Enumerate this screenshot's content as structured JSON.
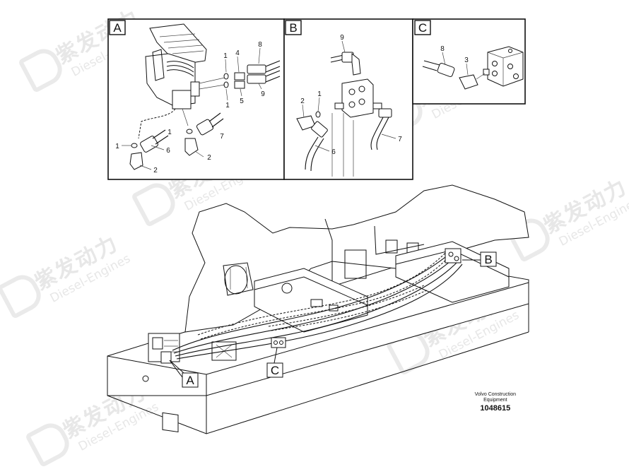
{
  "watermark": {
    "cn": "紫发动力",
    "en": "Diesel-Engines"
  },
  "panels": {
    "a": {
      "label": "A",
      "callouts": [
        "1",
        "4",
        "8",
        "1",
        "5",
        "9",
        "1",
        "7",
        "1",
        "6",
        "2",
        "2"
      ]
    },
    "b": {
      "label": "B",
      "callouts": [
        "9",
        "2",
        "1",
        "6",
        "7"
      ]
    },
    "c": {
      "label": "C",
      "callouts": [
        "8",
        "3"
      ]
    }
  },
  "pointer_labels": {
    "a": "A",
    "b": "B",
    "c": "C"
  },
  "caption": {
    "brand_line1": "Volvo Construction",
    "brand_line2": "Equipment",
    "drawing_number": "1048615"
  }
}
